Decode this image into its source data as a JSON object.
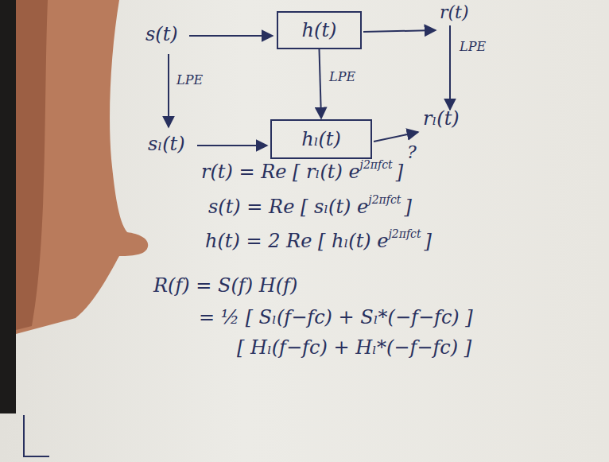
{
  "diagram": {
    "nodes": [
      {
        "text": [
          "h(t)"
        ]
      },
      {
        "text": [
          "hₗ(t)"
        ]
      }
    ],
    "edges": [
      {
        "from": 0,
        "to": 1,
        "arrow": "to",
        "label": "LPE"
      }
    ],
    "labels": [
      "s(t)",
      "r(t)",
      "LPE",
      "LPE",
      "sₗ(t)",
      "?",
      "rₗ(t)",
      "r(t) = Re [ rₗ(t) e",
      "j2πfct",
      "]",
      "s(t) = Re [ sₗ(t) e",
      "j2πfct",
      "]",
      "h(t) = 2 Re [ hₗ(t) e",
      "j2πfct",
      "]",
      "R(f) = S(f) H(f)",
      "= ½ [ Sₗ(f−fc) + Sₗ*(−f−fc) ]",
      "[ Hₗ(f−fc) + Hₗ*(−f−fc) ]"
    ]
  }
}
